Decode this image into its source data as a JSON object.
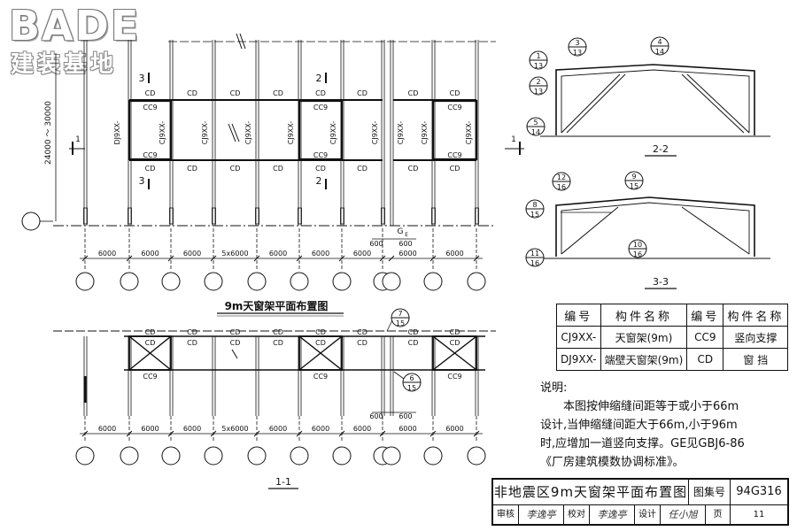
{
  "logo": {
    "main": "BADE",
    "sub": "建装基地"
  },
  "plan": {
    "title": "9m天窗架平面布置图",
    "dim_label": "24000 ～ 30000",
    "bay_dims": [
      "6000",
      "6000",
      "6000",
      "5x6000",
      "6000",
      "6000",
      "6000",
      "6000",
      "6000"
    ],
    "joint_dims": [
      "600",
      "600"
    ],
    "axis_symbol": "G",
    "axis_sub": "E",
    "section_marks": {
      "s1": "1",
      "s2": "2",
      "s3": "3"
    },
    "frame_label": "CJ9XX-",
    "end_frame_label": "DJ9XX-",
    "cd": "CD",
    "cc9": "CC9"
  },
  "elevation": {
    "title": "1-1",
    "bay_dims": [
      "6000",
      "6000",
      "6000",
      "5x6000",
      "6000",
      "6000",
      "6000",
      "6000",
      "6000"
    ],
    "joint_dims": [
      "600",
      "600"
    ],
    "detail_a": {
      "num": "7",
      "sheet": "15"
    },
    "detail_b": {
      "num": "6",
      "sheet": "15"
    },
    "cd": "CD",
    "cc9": "CC9"
  },
  "section22": {
    "title": "2-2",
    "details": [
      {
        "num": "1",
        "sheet": "13"
      },
      {
        "num": "2",
        "sheet": "13"
      },
      {
        "num": "3",
        "sheet": "13"
      },
      {
        "num": "4",
        "sheet": "14"
      },
      {
        "num": "5",
        "sheet": "14"
      }
    ]
  },
  "section33": {
    "title": "3-3",
    "details": [
      {
        "num": "12",
        "sheet": "16"
      },
      {
        "num": "9",
        "sheet": "15"
      },
      {
        "num": "8",
        "sheet": "15"
      },
      {
        "num": "10",
        "sheet": "16"
      },
      {
        "num": "11",
        "sheet": "16"
      }
    ]
  },
  "legend": {
    "headers": [
      "编号",
      "构件名称",
      "编号",
      "构件名称"
    ],
    "rows": [
      [
        "CJ9XX-",
        "天窗架(9m)",
        "CC9",
        "竖向支撑"
      ],
      [
        "DJ9XX-",
        "端壁天窗架(9m)",
        "CD",
        "窗 挡"
      ]
    ]
  },
  "notes": {
    "heading": "说明:",
    "line1": "本图按伸缩缝间距等于或小于66m",
    "line2": "设计,当伸缩缝间距大于66m,小于96m",
    "line3": "时,应增加一道竖向支撑。GE见GBJ6-86",
    "line4": "《厂房建筑模数协调标准》。"
  },
  "title_block": {
    "title": "非地震区9m天窗架平面布置图",
    "set_label": "图集号",
    "set_no": "94G316",
    "review": "审核",
    "reviewer": "李逸亭",
    "check": "校对",
    "checker": "李逸亭",
    "design": "设计",
    "designer": "任小旭",
    "page_label": "页",
    "page_no": "11"
  }
}
